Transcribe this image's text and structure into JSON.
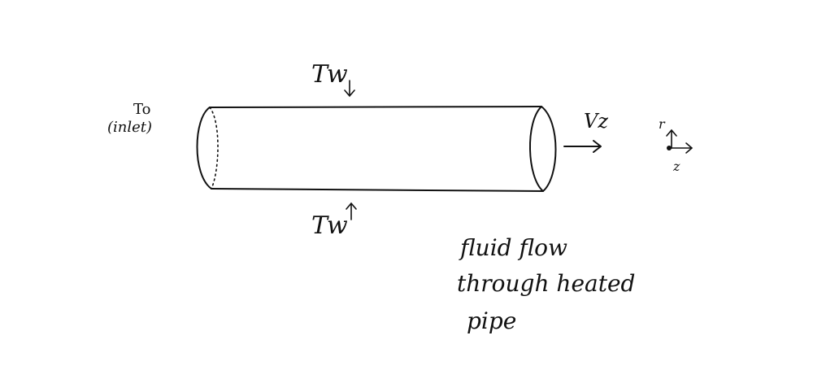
{
  "labels": {
    "inlet_temp": "To",
    "inlet_note": "(inlet)",
    "wall_temp_top": "Tw",
    "wall_temp_bottom": "Tw",
    "velocity": "Vz",
    "coord_r": "r",
    "coord_z": "z",
    "caption_line1": "fluid flow",
    "caption_line2": "through heated",
    "caption_line3": "pipe"
  }
}
